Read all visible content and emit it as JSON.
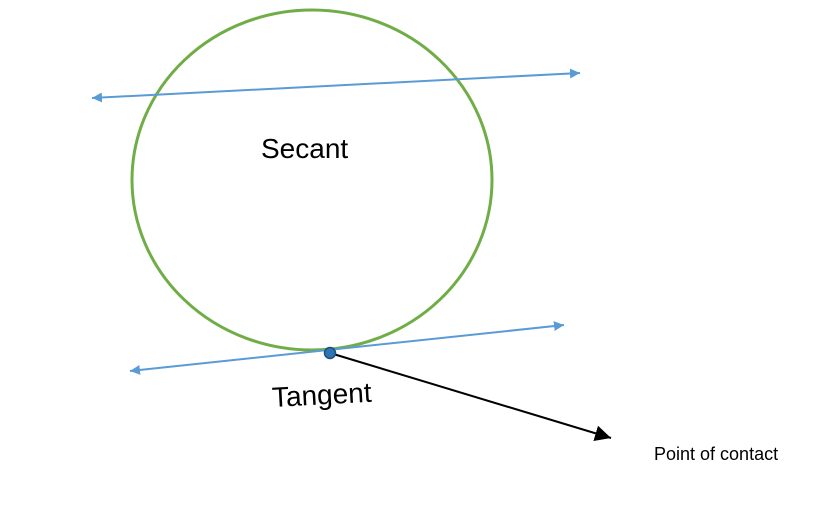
{
  "labels": {
    "secant": "Secant",
    "tangent": "Tangent",
    "point_of_contact": "Point of contact"
  },
  "colors": {
    "circle": "#70ad47",
    "lines": "#5b9bd5",
    "contact_point": "#2e75b6",
    "pointer_arrow": "#000000",
    "text": "#000000"
  }
}
